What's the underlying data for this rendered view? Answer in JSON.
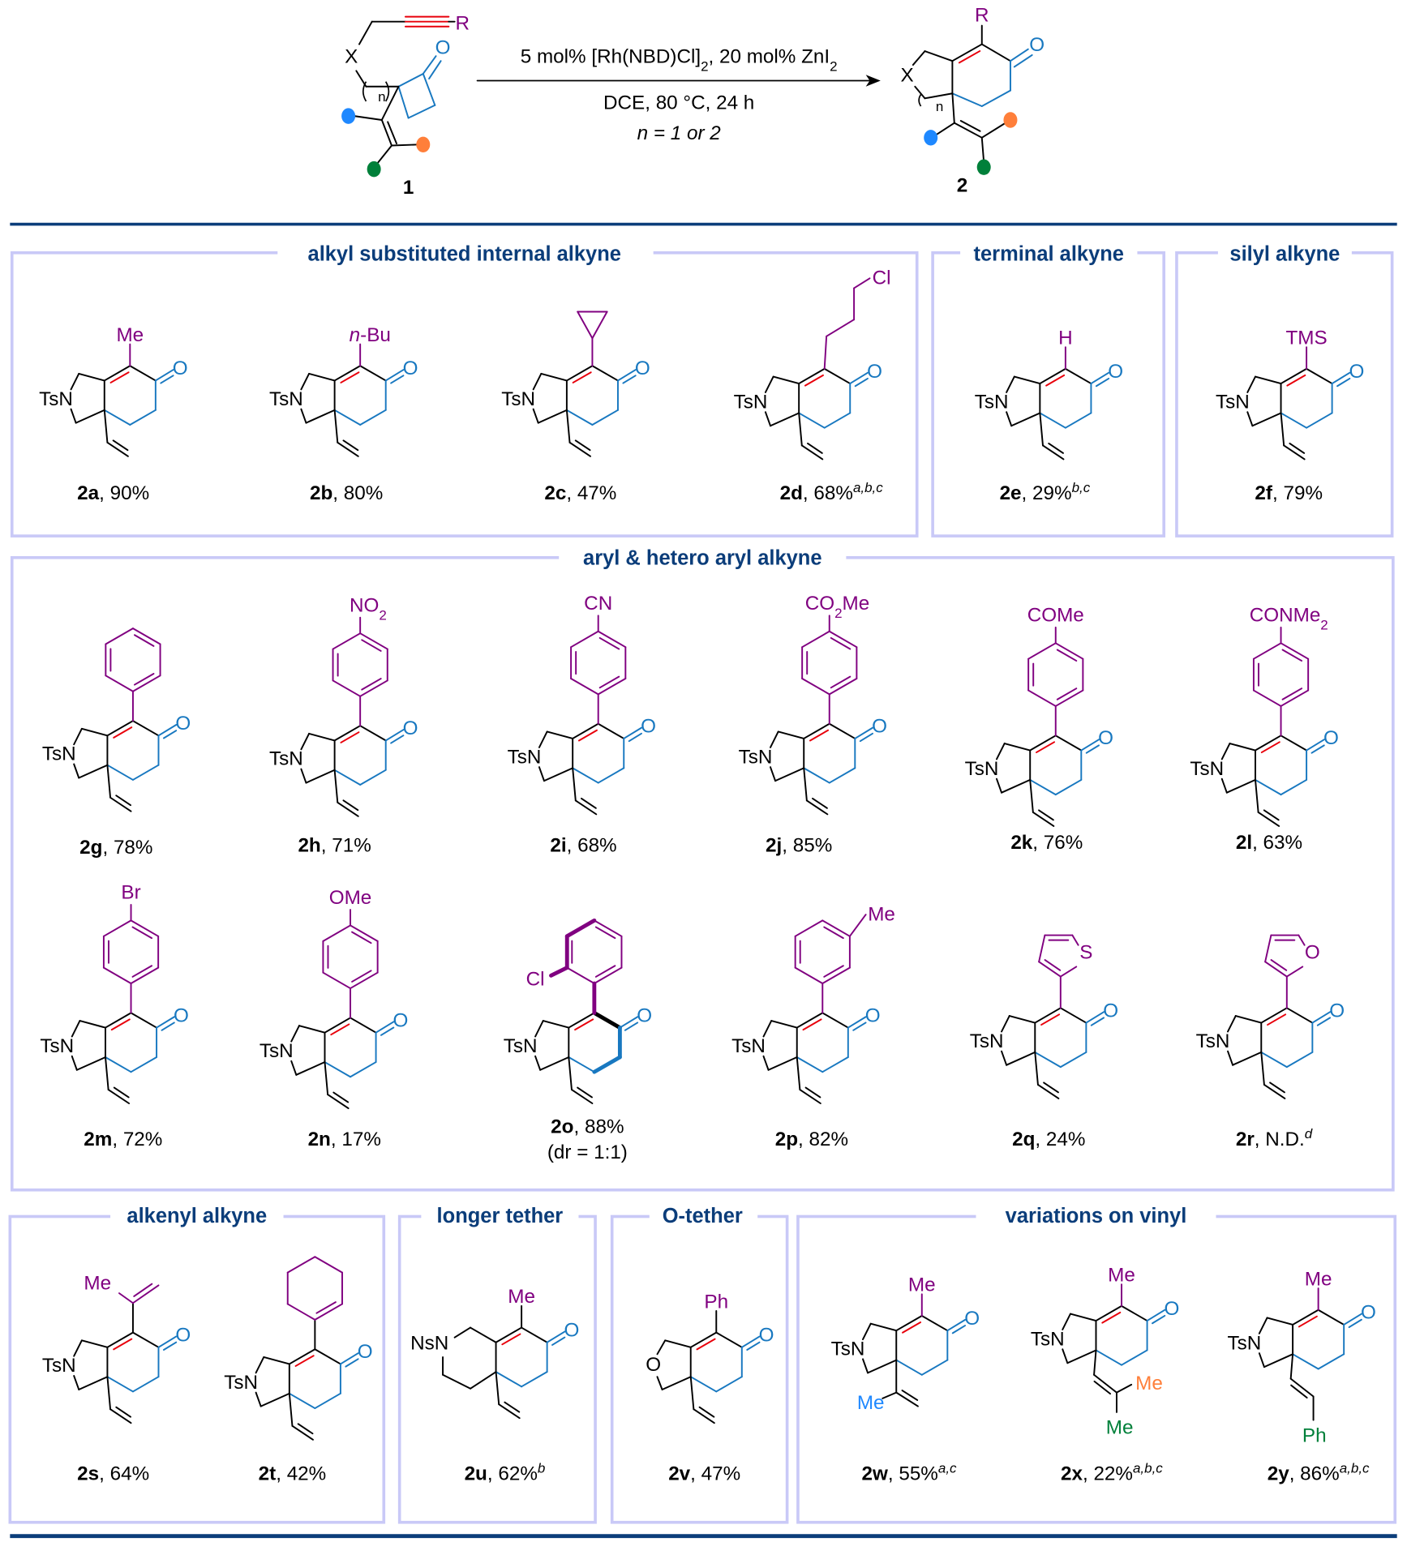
{
  "scheme": {
    "reactant_label": "1",
    "product_label": "2",
    "atoms": {
      "r": "R",
      "x": "X",
      "o": "O",
      "n": "n"
    },
    "conditions": {
      "line1": [
        "5 mol% [Rh(NBD)Cl]",
        "2",
        ", 20 mol% ZnI",
        "2"
      ],
      "line2": "DCE, 80 °C, 24 h",
      "line3": "n = 1 or 2"
    }
  },
  "colors": {
    "bond": "#000000",
    "alkene_red": "#e8000b",
    "ketone_blue": "#1878c0",
    "substituent_purple": "#800080",
    "dot_blue": "#1e88ff",
    "dot_orange": "#ff7f3a",
    "dot_green": "#00803a",
    "title_blue": "#0b3d7a",
    "frame": "#c9c9f7"
  },
  "sections": [
    {
      "title": "alkyl substituted internal alkyne"
    },
    {
      "title": "terminal alkyne"
    },
    {
      "title": "silyl alkyne"
    },
    {
      "title": "aryl & hetero aryl alkyne"
    },
    {
      "title": "alkenyl alkyne"
    },
    {
      "title": "longer tether"
    },
    {
      "title": "O-tether"
    },
    {
      "title": "variations on vinyl"
    }
  ],
  "compounds": [
    {
      "id": "2a",
      "yield": "90%",
      "notes": "",
      "n_group": "TsN",
      "r": [
        "Me"
      ]
    },
    {
      "id": "2b",
      "yield": "80%",
      "notes": "",
      "n_group": "TsN",
      "r": [
        "n",
        "-Bu"
      ]
    },
    {
      "id": "2c",
      "yield": "47%",
      "notes": "",
      "n_group": "TsN",
      "r": []
    },
    {
      "id": "2d",
      "yield": "68%",
      "notes": "a,b,c",
      "n_group": "TsN",
      "r": [
        "Cl"
      ]
    },
    {
      "id": "2e",
      "yield": "29%",
      "notes": "b,c",
      "n_group": "TsN",
      "r": [
        "H"
      ]
    },
    {
      "id": "2f",
      "yield": "79%",
      "notes": "",
      "n_group": "TsN",
      "r": [
        "TMS"
      ]
    },
    {
      "id": "2g",
      "yield": "78%",
      "notes": "",
      "n_group": "TsN",
      "r": []
    },
    {
      "id": "2h",
      "yield": "71%",
      "notes": "",
      "n_group": "TsN",
      "r": [
        "NO",
        "2"
      ]
    },
    {
      "id": "2i",
      "yield": "68%",
      "notes": "",
      "n_group": "TsN",
      "r": [
        "CN"
      ]
    },
    {
      "id": "2j",
      "yield": "85%",
      "notes": "",
      "n_group": "TsN",
      "r": [
        "CO",
        "2",
        "Me"
      ]
    },
    {
      "id": "2k",
      "yield": "76%",
      "notes": "",
      "n_group": "TsN",
      "r": [
        "COMe"
      ]
    },
    {
      "id": "2l",
      "yield": "63%",
      "notes": "",
      "n_group": "TsN",
      "r": [
        "CONMe",
        "2"
      ]
    },
    {
      "id": "2m",
      "yield": "72%",
      "notes": "",
      "n_group": "TsN",
      "r": [
        "Br"
      ]
    },
    {
      "id": "2n",
      "yield": "17%",
      "notes": "",
      "n_group": "TsN",
      "r": [
        "OMe"
      ]
    },
    {
      "id": "2o",
      "yield": "88%",
      "notes": "",
      "n_group": "TsN",
      "r": [
        "Cl"
      ],
      "dr": "(dr = 1:1)"
    },
    {
      "id": "2p",
      "yield": "82%",
      "notes": "",
      "n_group": "TsN",
      "r": [
        "Me"
      ]
    },
    {
      "id": "2q",
      "yield": "24%",
      "notes": "",
      "n_group": "TsN",
      "r": [
        "S"
      ]
    },
    {
      "id": "2r",
      "yield": "N.D.",
      "notes": "d",
      "n_group": "TsN",
      "r": [
        "O"
      ]
    },
    {
      "id": "2s",
      "yield": "64%",
      "notes": "",
      "n_group": "TsN",
      "r": [
        "Me"
      ]
    },
    {
      "id": "2t",
      "yield": "42%",
      "notes": "",
      "n_group": "TsN",
      "r": []
    },
    {
      "id": "2u",
      "yield": "62%",
      "notes": "b",
      "n_group": "NsN",
      "r": [
        "Me"
      ]
    },
    {
      "id": "2v",
      "yield": "47%",
      "notes": "",
      "n_group": "O",
      "r": [
        "Ph"
      ]
    },
    {
      "id": "2w",
      "yield": "55%",
      "notes": "a,c",
      "n_group": "TsN",
      "r": [
        "Me"
      ],
      "vinyl_labels": [
        "Me"
      ]
    },
    {
      "id": "2x",
      "yield": "22%",
      "notes": "a,b,c",
      "n_group": "TsN",
      "r": [
        "Me"
      ],
      "vinyl_labels": [
        "Me",
        "Me"
      ]
    },
    {
      "id": "2y",
      "yield": "86%",
      "notes": "a,b,c",
      "n_group": "TsN",
      "r": [
        "Me"
      ],
      "vinyl_labels": [
        "Ph"
      ]
    }
  ]
}
